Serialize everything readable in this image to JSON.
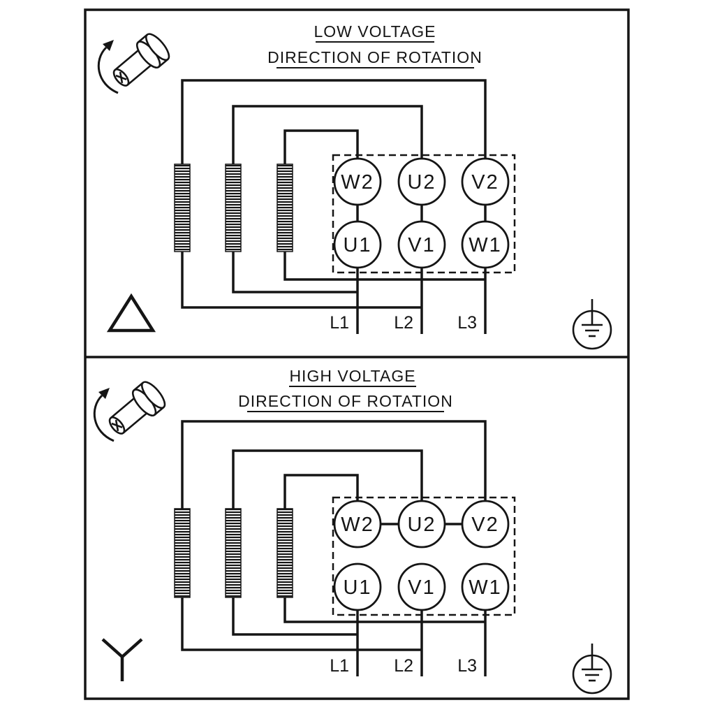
{
  "colors": {
    "stroke": "#151515",
    "background": "#ffffff"
  },
  "panels": [
    {
      "title": "LOW VOLTAGE",
      "subtitle": "DIRECTION OF ROTATION",
      "connection_symbol": "delta-icon",
      "icons": [
        "rotation-direction-icon",
        "ground-icon"
      ],
      "terminal_rows": [
        [
          "W2",
          "U2",
          "V2"
        ],
        [
          "U1",
          "V1",
          "W1"
        ]
      ],
      "supply_lines": [
        "L1",
        "L2",
        "L3"
      ]
    },
    {
      "title": "HIGH VOLTAGE",
      "subtitle": "DIRECTION OF ROTATION",
      "connection_symbol": "star-icon",
      "icons": [
        "rotation-direction-icon",
        "ground-icon"
      ],
      "terminal_rows": [
        [
          "W2",
          "U2",
          "V2"
        ],
        [
          "U1",
          "V1",
          "W1"
        ]
      ],
      "supply_lines": [
        "L1",
        "L2",
        "L3"
      ]
    }
  ]
}
